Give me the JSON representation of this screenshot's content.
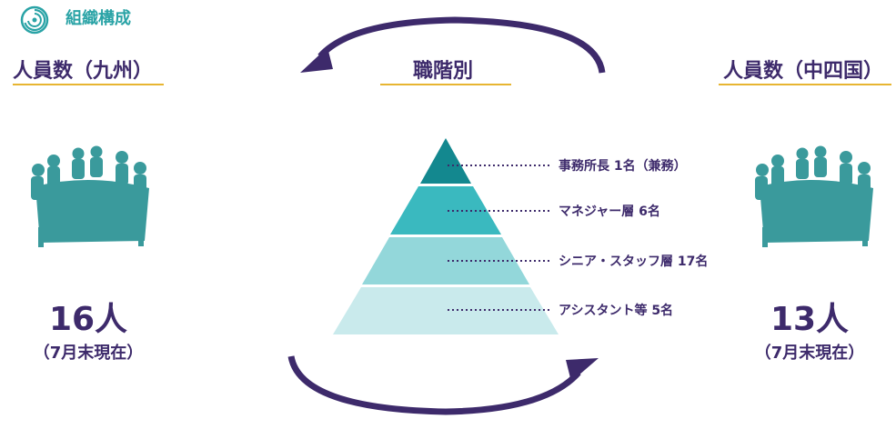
{
  "header": {
    "title": "組織構成",
    "logo_icon": "swirl-logo-icon"
  },
  "left": {
    "heading": "人員数（九州）",
    "count": "16人",
    "as_of": "（7月末現在）",
    "icon": "meeting-people-icon"
  },
  "center": {
    "heading": "職階別",
    "tiers": [
      {
        "label": "事務所長 1名（兼務）",
        "color": "#13888f"
      },
      {
        "label": "マネジャー層 6名",
        "color": "#3ab9bf"
      },
      {
        "label": "シニア・スタッフ層 17名",
        "color": "#93d7da"
      },
      {
        "label": "アシスタント等 5名",
        "color": "#c9eaec"
      }
    ]
  },
  "right": {
    "heading": "人員数（中四国）",
    "count": "13人",
    "as_of": "（7月末現在）",
    "icon": "meeting-people-icon"
  },
  "colors": {
    "accent_purple": "#3d2a6b",
    "accent_teal": "#2aa3a6",
    "underline_gold": "#e7b531",
    "silhouette": "#3a9a9c"
  }
}
